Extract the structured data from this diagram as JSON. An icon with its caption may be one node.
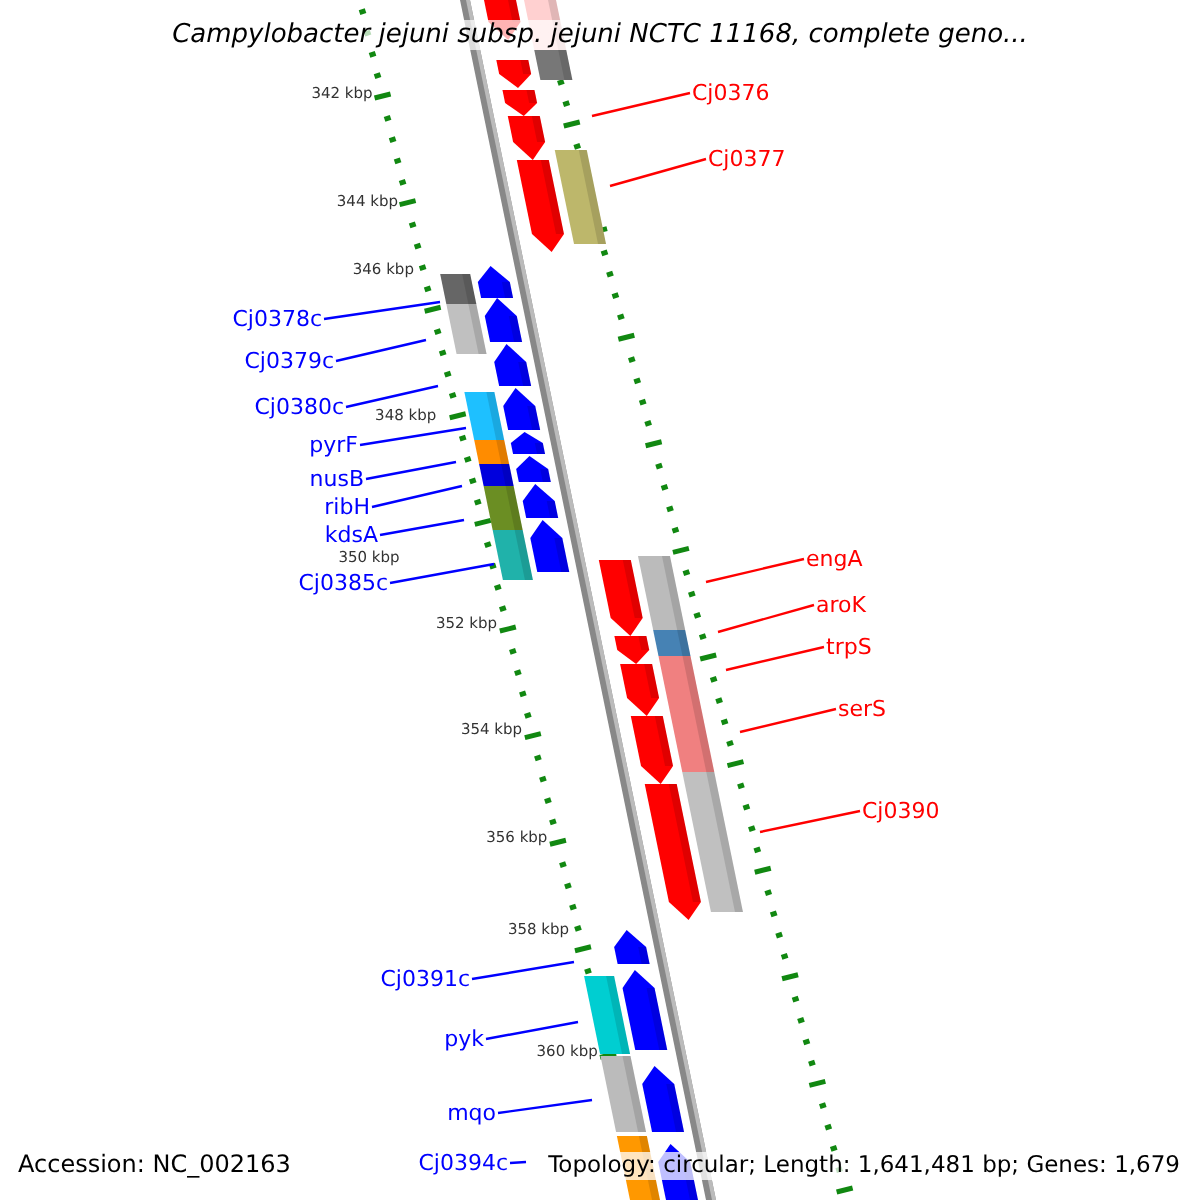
{
  "diagram": {
    "title": "Campylobacter jejuni subsp. jejuni NCTC 11168, complete geno...",
    "nodes": [
      {
        "text": [
          "Cj0376"
        ]
      },
      {
        "text": [
          "Cj0377"
        ]
      },
      {
        "text": [
          "Cj0378c"
        ]
      },
      {
        "text": [
          "Cj0379c"
        ]
      },
      {
        "text": [
          "Cj0380c"
        ]
      },
      {
        "text": [
          "pyrF"
        ]
      },
      {
        "text": [
          "nusB"
        ]
      },
      {
        "text": [
          "ribH"
        ]
      },
      {
        "text": [
          "kdsA"
        ]
      },
      {
        "text": [
          "engA"
        ]
      },
      {
        "text": [
          "Cj0385c"
        ]
      },
      {
        "text": [
          "aroK"
        ]
      },
      {
        "text": [
          "trpS"
        ]
      },
      {
        "text": [
          "serS"
        ]
      },
      {
        "text": [
          "Cj0390"
        ]
      },
      {
        "text": [
          "Cj0391c"
        ]
      },
      {
        "text": [
          "pyk"
        ]
      },
      {
        "text": [
          "mqo"
        ]
      },
      {
        "text": [
          "Cj0394c"
        ]
      }
    ],
    "edges": [
      {
        "from": 0,
        "to": null,
        "arrow": "none",
        "color": "#ff0000"
      },
      {
        "from": 1,
        "to": null,
        "arrow": "none",
        "color": "#ff0000"
      },
      {
        "from": 2,
        "to": null,
        "arrow": "none"
      },
      {
        "from": 3,
        "to": null,
        "arrow": "none"
      },
      {
        "from": 4,
        "to": null,
        "arrow": "none"
      },
      {
        "from": 5,
        "to": null,
        "arrow": "none"
      },
      {
        "from": 6,
        "to": null,
        "arrow": "none"
      },
      {
        "from": 7,
        "to": null,
        "arrow": "none"
      },
      {
        "from": 8,
        "to": null,
        "arrow": "none"
      },
      {
        "from": 9,
        "to": null,
        "arrow": "none",
        "color": "#ff0000"
      },
      {
        "from": 10,
        "to": null,
        "arrow": "none"
      },
      {
        "from": 11,
        "to": null,
        "arrow": "none",
        "color": "#ff0000"
      },
      {
        "from": 12,
        "to": null,
        "arrow": "none",
        "color": "#ff0000"
      },
      {
        "from": 13,
        "to": null,
        "arrow": "none",
        "color": "#ff0000"
      },
      {
        "from": 14,
        "to": null,
        "arrow": "none",
        "color": "#ff0000"
      },
      {
        "from": 15,
        "to": null,
        "arrow": "none"
      },
      {
        "from": 16,
        "to": null,
        "arrow": "none"
      },
      {
        "from": 17,
        "to": null,
        "arrow": "none"
      },
      {
        "from": 18,
        "to": null,
        "arrow": "none"
      }
    ],
    "labels": [
      "342 kbp",
      "344 kbp",
      "346 kbp",
      "348 kbp",
      "350 kbp",
      "352 kbp",
      "354 kbp",
      "356 kbp",
      "358 kbp",
      "360 kbp",
      "Accession: NC_002163",
      "Topology: circular; Length: 1,641,481 bp; Genes: 1,679"
    ]
  }
}
